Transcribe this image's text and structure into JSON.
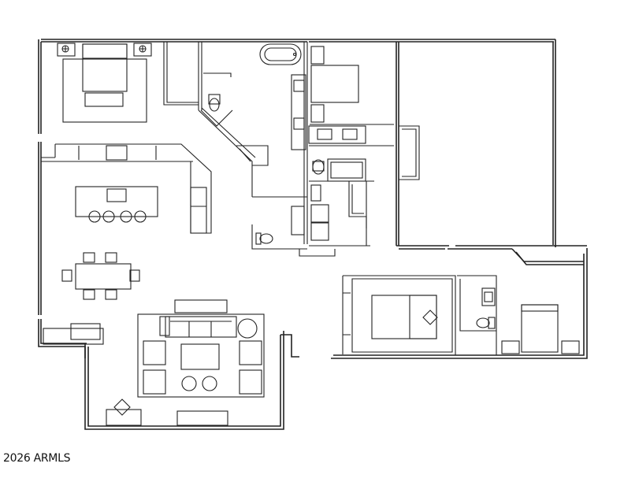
{
  "image": {
    "type": "floor-plan",
    "line_color": "#222222",
    "background": "#ffffff"
  },
  "copyright": "2026 ARMLS",
  "rooms": [
    {
      "id": "primary-bedroom",
      "fixtures": [
        "bed",
        "nightstand",
        "nightstand",
        "lamp",
        "lamp",
        "bench",
        "rug"
      ]
    },
    {
      "id": "primary-closet",
      "fixtures": []
    },
    {
      "id": "primary-bath",
      "fixtures": [
        "bathtub",
        "toilet",
        "sink",
        "sink"
      ]
    },
    {
      "id": "secondary-bedroom-upper",
      "fixtures": [
        "bed"
      ]
    },
    {
      "id": "jack-and-jill-bath",
      "fixtures": [
        "sink",
        "sink",
        "toilet",
        "washer",
        "dryer"
      ]
    },
    {
      "id": "garage",
      "fixtures": []
    },
    {
      "id": "kitchen",
      "fixtures": [
        "counter",
        "island",
        "stool",
        "stool",
        "stool",
        "stool",
        "refrigerator"
      ]
    },
    {
      "id": "dining",
      "fixtures": [
        "table",
        "chair",
        "chair",
        "chair",
        "chair",
        "chair",
        "chair"
      ]
    },
    {
      "id": "living",
      "fixtures": [
        "sofa",
        "coffee-table",
        "armchair",
        "armchair",
        "armchair",
        "armchair",
        "ottoman",
        "ottoman",
        "media-console",
        "plant"
      ]
    },
    {
      "id": "powder-room",
      "fixtures": [
        "toilet"
      ]
    },
    {
      "id": "guest-bedroom",
      "fixtures": [
        "bed",
        "plant"
      ]
    },
    {
      "id": "guest-bath",
      "fixtures": [
        "sink",
        "toilet"
      ]
    },
    {
      "id": "bedroom-east",
      "fixtures": [
        "bed",
        "nightstand",
        "nightstand"
      ]
    },
    {
      "id": "laundry",
      "fixtures": [
        "washer",
        "dryer",
        "cabinet"
      ]
    }
  ]
}
